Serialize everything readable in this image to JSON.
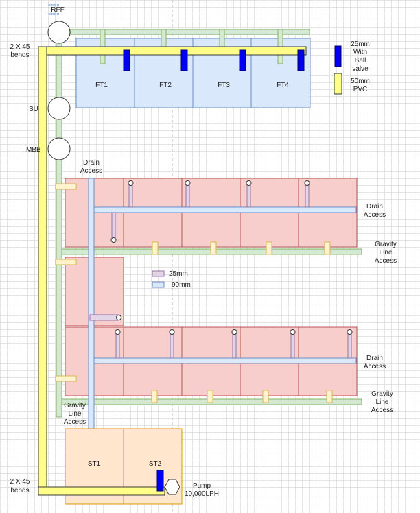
{
  "colors": {
    "pvc50": "#ffff88",
    "pvc50_stroke": "#36393d",
    "pipe90": "#dae8fc",
    "pipe90_stroke": "#6c8ebf",
    "pipe25": "#e1d5e7",
    "pipe25_stroke": "#9673a6",
    "gravity": "#d5e8d4",
    "gravity_stroke": "#82b366",
    "fish_tank": "#dae8fc",
    "grow_bed": "#f8cecc",
    "grow_bed_stroke": "#b85450",
    "sump": "#ffe6cc",
    "sump_stroke": "#d79b00",
    "ball_valve": "#0000ee",
    "fitting": "#fff2cc",
    "fitting_stroke": "#d6b656"
  },
  "labels": {
    "rff": "RFF",
    "su": "SU",
    "mbb": "MBB",
    "bends_top": [
      "2 X 45",
      "bends"
    ],
    "bends_bottom": [
      "2 X 45",
      "bends"
    ],
    "drain_access_top": [
      "Drain",
      "Access"
    ],
    "drain_access_right1": [
      "Drain",
      "Access"
    ],
    "drain_access_right2": [
      "Drain",
      "Access"
    ],
    "gravity_access_right1": [
      "Gravity",
      "Line",
      "Access"
    ],
    "gravity_access_right2": [
      "Gravity",
      "Line",
      "Access"
    ],
    "gravity_access_left": [
      "Gravity",
      "Line",
      "Access"
    ],
    "pump": [
      "Pump",
      "10,000LPH"
    ]
  },
  "fish_tanks": [
    "FT1",
    "FT2",
    "FT3",
    "FT4"
  ],
  "sump_tanks": [
    "ST1",
    "ST2"
  ],
  "legend_top": [
    {
      "icon": "ball-valve-icon",
      "lines": [
        "25mm",
        "With",
        "Ball",
        "valve"
      ]
    },
    {
      "icon": "pvc50-icon",
      "lines": [
        "50mm",
        "PVC"
      ]
    }
  ],
  "legend_mid": [
    {
      "icon": "pipe25-icon",
      "text": "25mm"
    },
    {
      "icon": "pipe90-icon",
      "text": "90mm"
    }
  ]
}
